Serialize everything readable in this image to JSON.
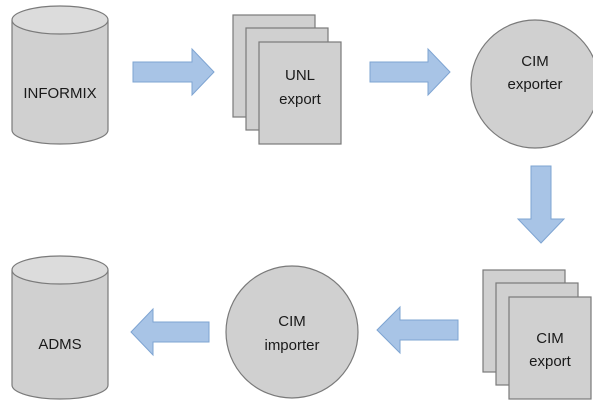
{
  "nodes": {
    "informix": {
      "label": "INFORMIX"
    },
    "unl_export": {
      "line1": "UNL",
      "line2": "export"
    },
    "cim_exporter": {
      "line1": "CIM",
      "line2": "exporter"
    },
    "cim_export": {
      "line1": "CIM",
      "line2": "export"
    },
    "cim_importer": {
      "line1": "CIM",
      "line2": "importer"
    },
    "adms": {
      "label": "ADMS"
    }
  },
  "colors": {
    "shape_fill": "#d0d0d0",
    "shape_stroke": "#7a7a7a",
    "arrow_fill": "#a8c4e6",
    "arrow_stroke": "#7ea4d2",
    "text": "#1a1a1a"
  }
}
